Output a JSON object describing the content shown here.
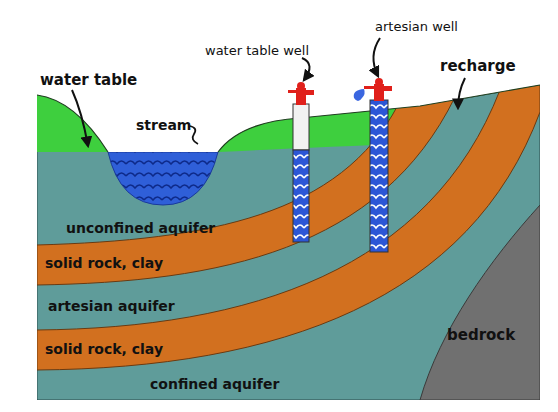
{
  "diagram": {
    "labels": [
      "water table",
      "stream",
      "water table well",
      "artesian well",
      "recharge",
      "unconfined aquifer",
      "solid rock, clay",
      "artesian aquifer",
      "solid rock, clay",
      "confined aquifer",
      "bedrock"
    ]
  }
}
